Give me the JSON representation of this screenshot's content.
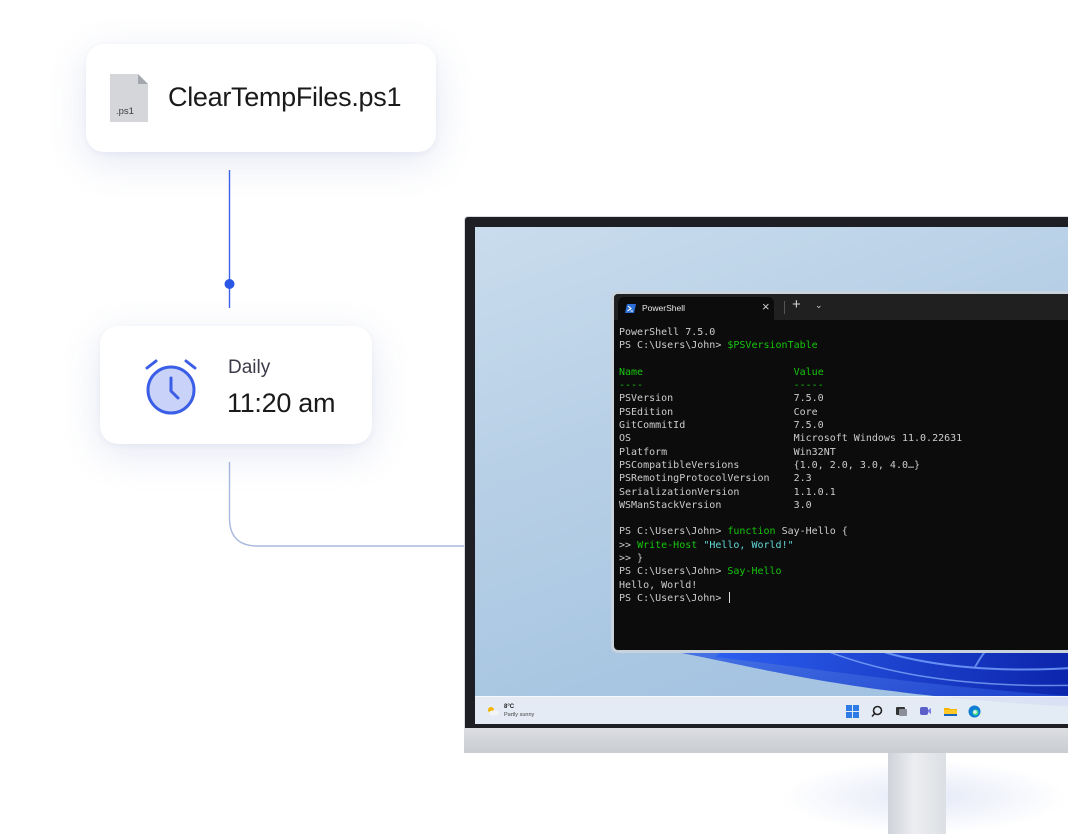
{
  "file_card": {
    "extension_label": ".ps1",
    "filename": "ClearTempFiles.ps1"
  },
  "schedule_card": {
    "frequency": "Daily",
    "time": "11:20 am"
  },
  "colors": {
    "accent": "#2a57e6",
    "ps_background": "#0c0c0c",
    "ps_green": "#16c60c",
    "ps_cyan": "#61d6d6"
  },
  "terminal": {
    "tab_title": "PowerShell",
    "close_glyph": "×",
    "new_tab_glyph": "+",
    "dropdown_glyph": "⌄",
    "lines": [
      {
        "segments": [
          {
            "t": "PowerShell 7.5.0"
          }
        ]
      },
      {
        "segments": [
          {
            "t": "PS C:\\Users\\John> "
          },
          {
            "t": "$PSVersionTable",
            "c": "green"
          }
        ]
      },
      {
        "segments": [
          {
            "t": ""
          }
        ]
      },
      {
        "segments": [
          {
            "t": "Name                         ",
            "c": "green"
          },
          {
            "t": "Value",
            "c": "green"
          }
        ]
      },
      {
        "segments": [
          {
            "t": "----                         ",
            "c": "green"
          },
          {
            "t": "-----",
            "c": "green"
          }
        ]
      },
      {
        "segments": [
          {
            "t": "PSVersion                    7.5.0"
          }
        ]
      },
      {
        "segments": [
          {
            "t": "PSEdition                    Core"
          }
        ]
      },
      {
        "segments": [
          {
            "t": "GitCommitId                  7.5.0"
          }
        ]
      },
      {
        "segments": [
          {
            "t": "OS                           Microsoft Windows 11.0.22631"
          }
        ]
      },
      {
        "segments": [
          {
            "t": "Platform                     Win32NT"
          }
        ]
      },
      {
        "segments": [
          {
            "t": "PSCompatibleVersions         {1.0, 2.0, 3.0, 4.0…}"
          }
        ]
      },
      {
        "segments": [
          {
            "t": "PSRemotingProtocolVersion    2.3"
          }
        ]
      },
      {
        "segments": [
          {
            "t": "SerializationVersion         1.1.0.1"
          }
        ]
      },
      {
        "segments": [
          {
            "t": "WSManStackVersion            3.0"
          }
        ]
      },
      {
        "segments": [
          {
            "t": ""
          }
        ]
      },
      {
        "segments": [
          {
            "t": "PS C:\\Users\\John> "
          },
          {
            "t": "function",
            "c": "green"
          },
          {
            "t": " Say-Hello {"
          }
        ]
      },
      {
        "segments": [
          {
            "t": ">> "
          },
          {
            "t": "Write-Host",
            "c": "green"
          },
          {
            "t": " "
          },
          {
            "t": "\"Hello, World!\"",
            "c": "cyan"
          }
        ]
      },
      {
        "segments": [
          {
            "t": ">> }"
          }
        ]
      },
      {
        "segments": [
          {
            "t": "PS C:\\Users\\John> "
          },
          {
            "t": "Say-Hello",
            "c": "green"
          }
        ]
      },
      {
        "segments": [
          {
            "t": "Hello, World!"
          }
        ]
      },
      {
        "segments": [
          {
            "t": "PS C:\\Users\\John> "
          }
        ],
        "cursor": true
      }
    ]
  },
  "taskbar": {
    "weather_temp": "8°C",
    "weather_desc": "Partly sunny",
    "icons": [
      "windows-start-icon",
      "search-icon",
      "task-view-icon",
      "chat-icon",
      "file-explorer-icon",
      "edge-browser-icon"
    ]
  }
}
